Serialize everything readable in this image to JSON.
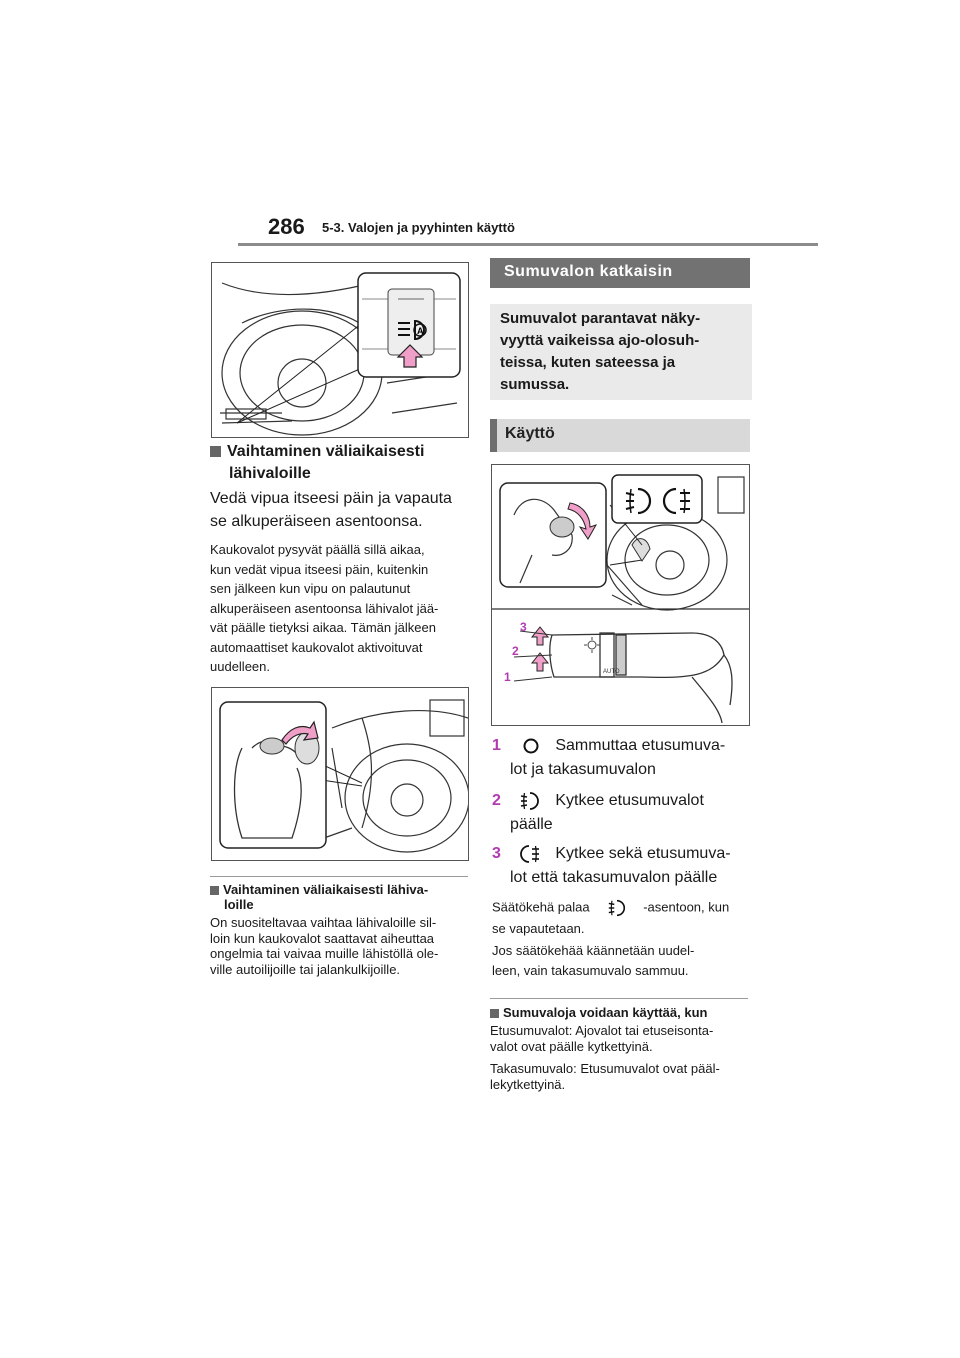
{
  "header": {
    "page_number": "286",
    "section": "5-3. Valojen ja pyyhinten käyttö"
  },
  "left": {
    "heading1_line1": "Vaihtaminen väliaikaisesti",
    "heading1_line2": "lähivaloille",
    "lead_line1": "Vedä vipua itseesi päin ja vapauta",
    "lead_line2": "se alkuperäiseen asentoonsa.",
    "body_lines": [
      "Kaukovalot pysyvät päällä sillä aikaa,",
      "kun vedät vipua itseesi päin, kuitenkin",
      "sen jälkeen kun vipu on palautunut",
      "alkuperäiseen asentoonsa lähivalot jää-",
      "vät päälle tietyksi aikaa. Tämän jälkeen",
      "automaattiset kaukovalot aktivoituvat",
      "uudelleen."
    ],
    "note_heading_line1": "Vaihtaminen väliaikaisesti lähiva-",
    "note_heading_line2": "loille",
    "note_lines": [
      "On suositeltavaa vaihtaa lähivaloille sil-",
      "loin kun kaukovalot saattavat aiheuttaa",
      "ongelmia tai vaivaa muille lähistöllä ole-",
      "ville autoilijoille tai jalankulkijoille."
    ]
  },
  "right": {
    "banner_title": "Sumuvalon katkaisin",
    "intro_lines": [
      "Sumuvalot parantavat näky-",
      "vyyttä vaikeissa ajo-olosuh-",
      "teissa, kuten sateessa ja",
      "sumussa."
    ],
    "sub_banner": "Käyttö",
    "figure_labels": [
      "3",
      "2",
      "1"
    ],
    "items": [
      {
        "num": "1",
        "line1": "Sammuttaa etusumuva-",
        "line2": "lot ja takasumuvalon"
      },
      {
        "num": "2",
        "line1": "Kytkee etusumuvalot",
        "line2": "päälle"
      },
      {
        "num": "3",
        "line1": "Kytkee sekä etusumuva-",
        "line2": "lot että takasumuvalon päälle"
      }
    ],
    "return_line1_a": "Säätökehä palaa",
    "return_line1_b": "-asentoon, kun",
    "return_line2": "se vapautetaan.",
    "rotate_line1": "Jos säätökehää käännetään uudel-",
    "rotate_line2": "leen, vain takasumuvalo sammuu.",
    "note_heading": "Sumuvaloja voidaan käyttää, kun",
    "note_lines1": [
      "Etusumuvalot: Ajovalot tai etuseisonta-",
      "valot ovat päälle kytkettyinä."
    ],
    "note_lines2": [
      "Takasumuvalo: Etusumuvalot ovat pääl-",
      "lekytkettyinä."
    ]
  },
  "colors": {
    "accent_number": "#b23bb2",
    "banner": "#727272",
    "arrow_pink": "#f0a0c8"
  },
  "icons": [
    "auto-high-beam-icon",
    "fog-off-icon",
    "front-fog-icon",
    "rear-fog-icon"
  ]
}
